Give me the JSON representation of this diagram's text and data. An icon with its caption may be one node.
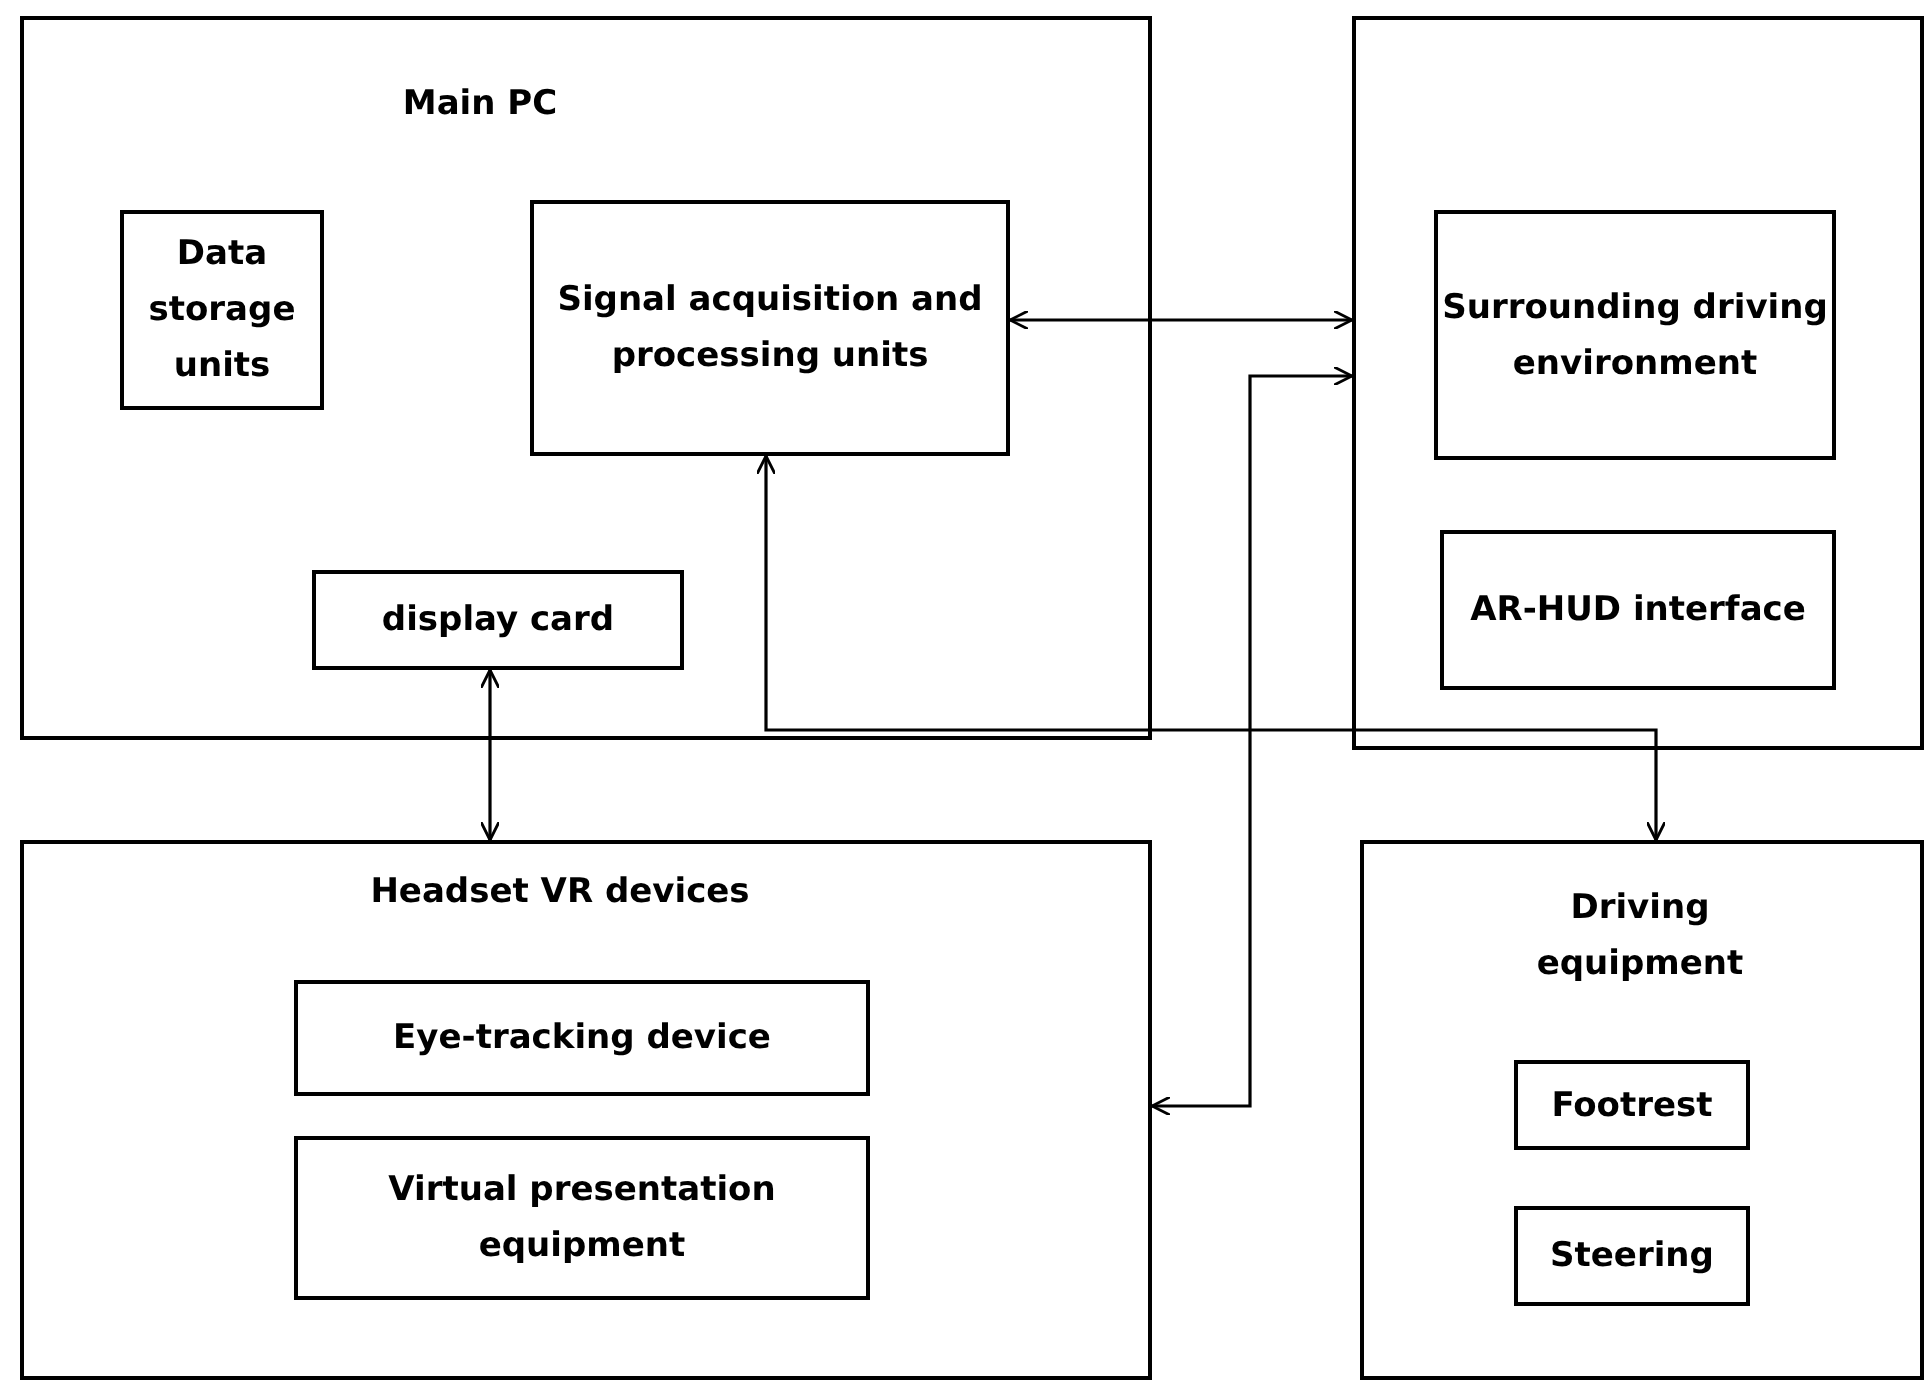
{
  "diagram": {
    "nodes": [
      {
        "text": [
          "Main PC"
        ]
      },
      {
        "text": [
          "Data storage units"
        ],
        "in": 0
      },
      {
        "text": [
          "Signal acquisition and processing units"
        ],
        "in": 0
      },
      {
        "text": [
          "display card"
        ],
        "in": 0
      },
      {
        "text": [],
        "shape": "box"
      },
      {
        "text": [
          "Surrounding driving environment"
        ],
        "in": 4
      },
      {
        "text": [
          "AR-HUD interface"
        ],
        "in": 4
      },
      {
        "text": [
          "Headset VR devices"
        ]
      },
      {
        "text": [
          "Eye-tracking device"
        ],
        "in": 7
      },
      {
        "text": [
          "Virtual presentation equipment"
        ],
        "in": 7
      },
      {
        "text": [
          "Driving equipment"
        ]
      },
      {
        "text": [
          "Footrest"
        ],
        "in": 10
      },
      {
        "text": [
          "Steering"
        ],
        "in": 10
      }
    ],
    "edges": [
      {
        "from": 2,
        "to": 4,
        "arrow": "both"
      },
      {
        "from": 7,
        "to": 4,
        "arrow": "both"
      },
      {
        "from": 2,
        "to": 10,
        "arrow": "both"
      },
      {
        "from": 3,
        "to": 7,
        "arrow": "both"
      }
    ]
  }
}
